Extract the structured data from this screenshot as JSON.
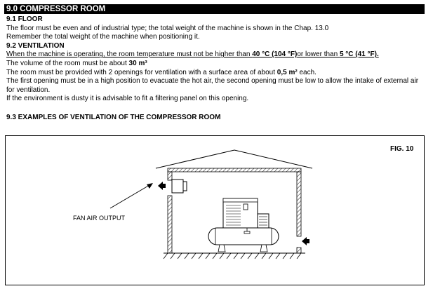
{
  "header": {
    "title": "9.0 COMPRESSOR ROOM"
  },
  "floor": {
    "heading": "9.1 FLOOR",
    "line1": "The floor must be even and of industrial type; the total weight of the machine is shown in the Chap. 13.0",
    "line2": "Remember the total weight of the machine when positioning it."
  },
  "ventilation": {
    "heading": "9.2 VENTILATION",
    "temp_text_a": "When the machine is operating, the room temperature must not be higher than ",
    "temp_high": "40 °C (104 °F)",
    "temp_text_b": "or lower than ",
    "temp_low": "5 °C (41 °F).",
    "volume_text": "The volume of the room must be about ",
    "volume_value": "30 m³",
    "openings_text_a": "The room must be provided with 2 openings for ventilation with a surface area of about ",
    "openings_value": "0,5 m²",
    "openings_text_b": " each.",
    "position_text": "The first opening must be in a high position to evacuate the hot air, the second opening must be low to allow the intake of external air for ventilation.",
    "dust_text": "If the environment is dusty it is advisable to fit a filtering panel on this opening."
  },
  "examples": {
    "heading": "9.3 EXAMPLES OF VENTILATION OF THE COMPRESSOR ROOM",
    "fig_label": "FIG. 10",
    "callout": "FAN AIR OUTPUT"
  }
}
